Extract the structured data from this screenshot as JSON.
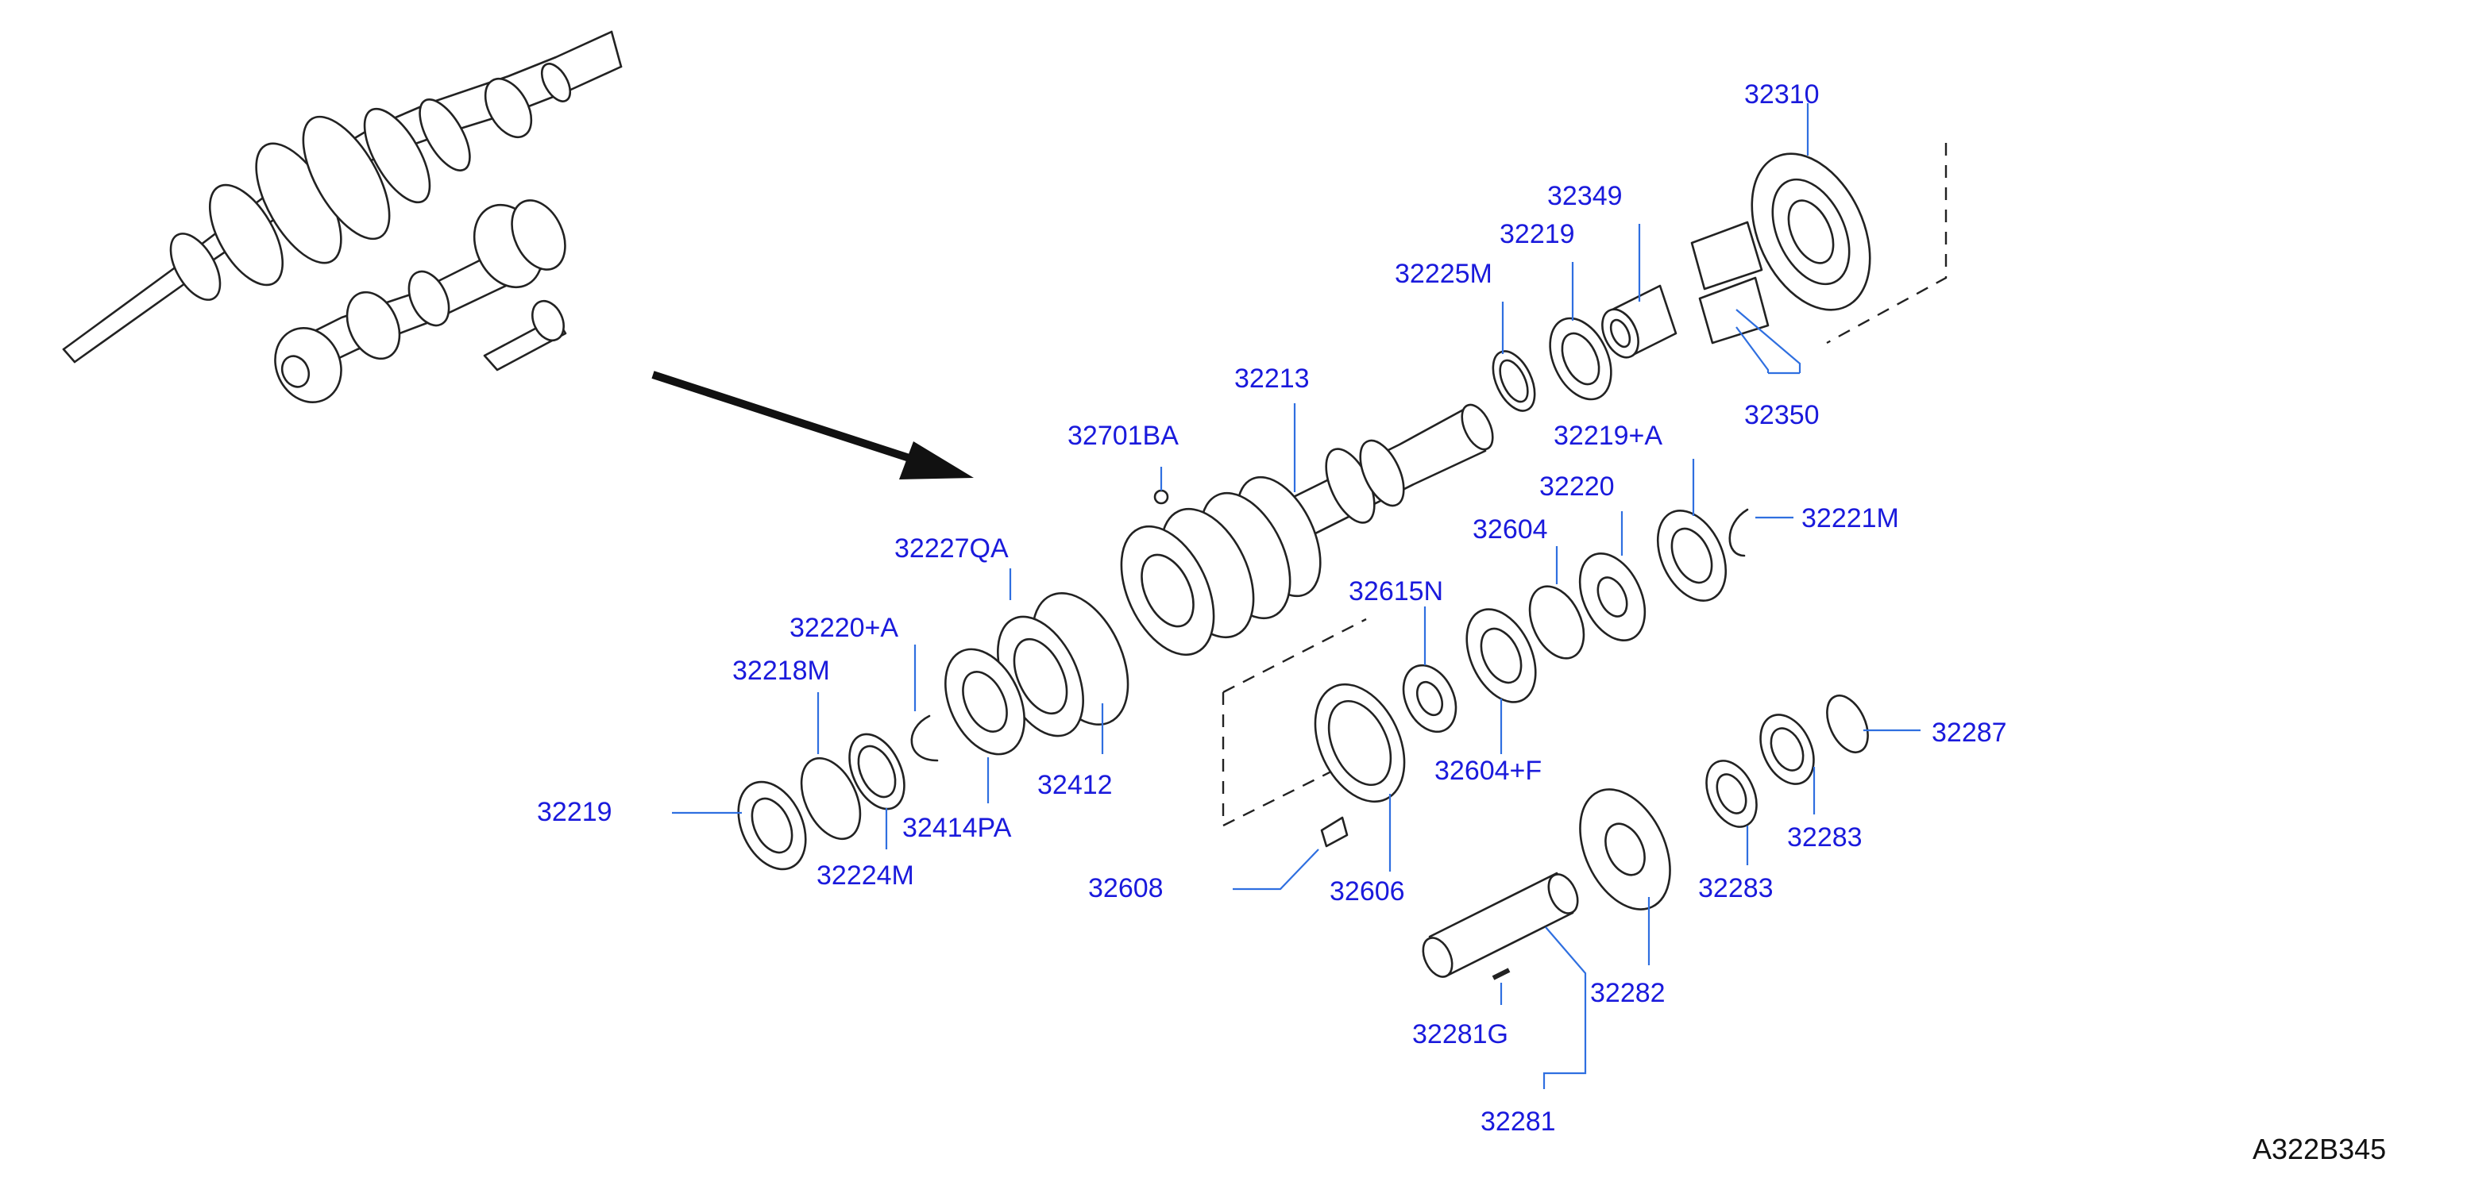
{
  "colors": {
    "label": "#1a1adc",
    "leader": "#2f6fe0",
    "line": "#222222",
    "code": "#111111",
    "background": "#ffffff"
  },
  "diagram_code": "A322B345",
  "labels": {
    "p32310": "32310",
    "p32349": "32349",
    "p32219_top": "32219",
    "p32225M": "32225M",
    "p32350": "32350",
    "p32213": "32213",
    "p32219A": "32219+A",
    "p32701BA": "32701BA",
    "p32220": "32220",
    "p32221M": "32221M",
    "p32604": "32604",
    "p32227QA": "32227QA",
    "p32615": "32615N",
    "p32220A": "32220+A",
    "p32218M": "32218M",
    "p32287": "32287",
    "p32412": "32412",
    "p32604F": "32604+F",
    "p32219_left": "32219",
    "p32414PA": "32414PA",
    "p32283_a": "32283",
    "p32224M": "32224M",
    "p32608": "32608",
    "p32606": "32606",
    "p32283_b": "32283",
    "p32282": "32282",
    "p32281G": "32281G",
    "p32281": "32281"
  }
}
